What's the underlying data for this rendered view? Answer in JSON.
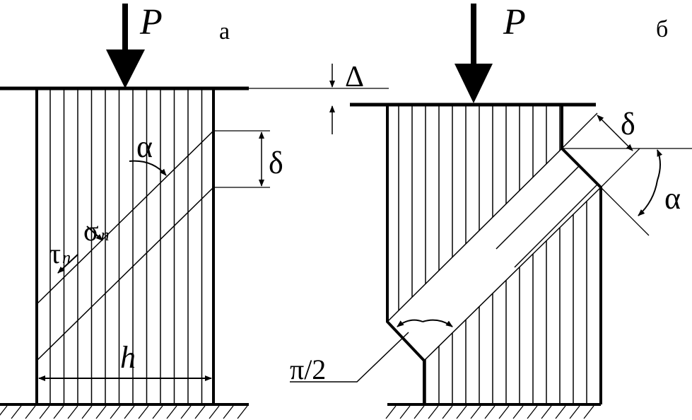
{
  "figure_a": {
    "panel_label": "а",
    "force_label": "P",
    "band_width_label": "δ",
    "angle_label": "α",
    "shear_stress_label": "τ",
    "shear_stress_sub": "n",
    "normal_stress_label": "σ",
    "normal_stress_sub": "n",
    "width_label": "h"
  },
  "figure_b": {
    "panel_label": "б",
    "force_label": "P",
    "displacement_label": "Δ",
    "band_width_label": "δ",
    "angle_label": "α",
    "kink_angle_label": "π/2"
  }
}
